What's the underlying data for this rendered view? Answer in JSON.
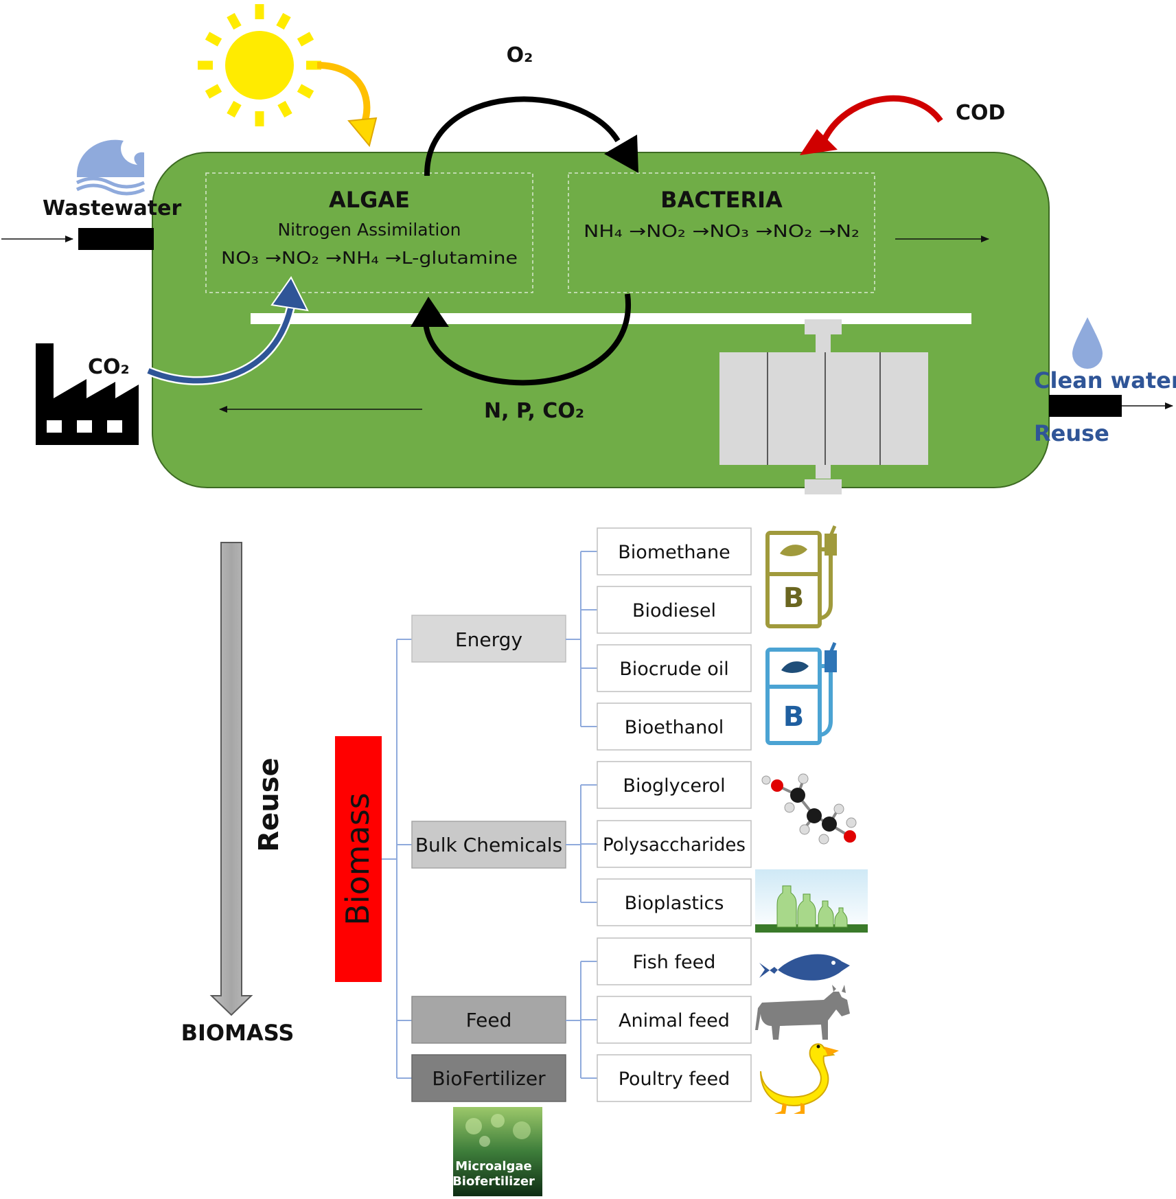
{
  "reactor": {
    "algae": {
      "title": "ALGAE",
      "subtitle": "Nitrogen Assimilation",
      "pathway": "NO₃ →NO₂ →NH₄ →L-glutamine"
    },
    "bacteria": {
      "title": "BACTERIA",
      "pathway": "NH₄ →NO₂ →NO₃ →NO₂ →N₂"
    },
    "o2_label": "O₂",
    "npco2_label": "N, P, CO₂",
    "cod_label": "COD",
    "co2_label": "CO₂",
    "wastewater_label": "Wastewater",
    "clean_water_label": "Clean water",
    "reuse_label": "Reuse"
  },
  "left_arrow": {
    "label": "Reuse",
    "bottom_label": "BIOMASS"
  },
  "biomass_tree": {
    "root": "Biomass",
    "categories": [
      {
        "label": "Energy",
        "children": [
          "Biomethane",
          "Biodiesel",
          "Biocrude oil",
          "Bioethanol"
        ]
      },
      {
        "label": "Bulk Chemicals",
        "children": [
          "Bioglycerol",
          "Polysaccharides",
          "Bioplastics"
        ]
      },
      {
        "label": "Feed",
        "children": [
          "Fish feed",
          "Animal feed",
          "Poultry feed"
        ]
      },
      {
        "label": "BioFertilizer",
        "children": []
      }
    ],
    "fuel_pump_letter": "B",
    "fertilizer_image_text": [
      "Microalgae",
      "Biofertilizer"
    ]
  },
  "colors": {
    "reactor_green": "#70ad47",
    "root_red": "#ff0000",
    "connector_blue": "#8faadc",
    "sun_yellow": "#ffeb00",
    "cod_red": "#d00000",
    "co2_arrow_blue": "#2f5597",
    "clean_water_blue": "#2f5597",
    "pump_olive": "#a09a3c",
    "pump_blue": "#4ba3d3",
    "fish_blue": "#2f5597",
    "duck_yellow": "#ffe600"
  },
  "icons": [
    "sun-icon",
    "wave-icon",
    "factory-icon",
    "water-drop-icon",
    "membrane-module-icon",
    "fuel-pump-icon",
    "molecule-icon",
    "bottles-icon",
    "fish-icon",
    "cow-icon",
    "duck-icon"
  ]
}
